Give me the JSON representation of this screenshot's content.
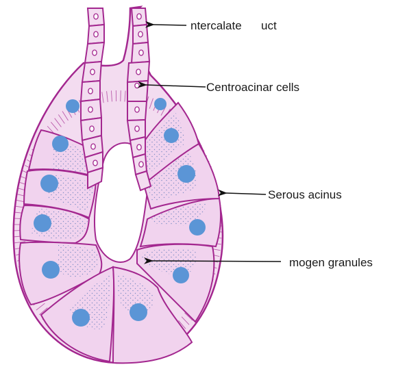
{
  "labels": {
    "intercalated_duct": "ntercalate      uct",
    "centroacinar_cells": "Centroacinar cells",
    "serous_acinus": "Serous acinus",
    "zymogen_granules": "mogen granules"
  },
  "colors": {
    "membrane": "#a3278f",
    "cytoplasm": "#f3dcf0",
    "cytoplasm_dark": "#e7c3e4",
    "nucleus": "#5b95d6",
    "granule": "#5a78b8",
    "arrow": "#111111"
  }
}
